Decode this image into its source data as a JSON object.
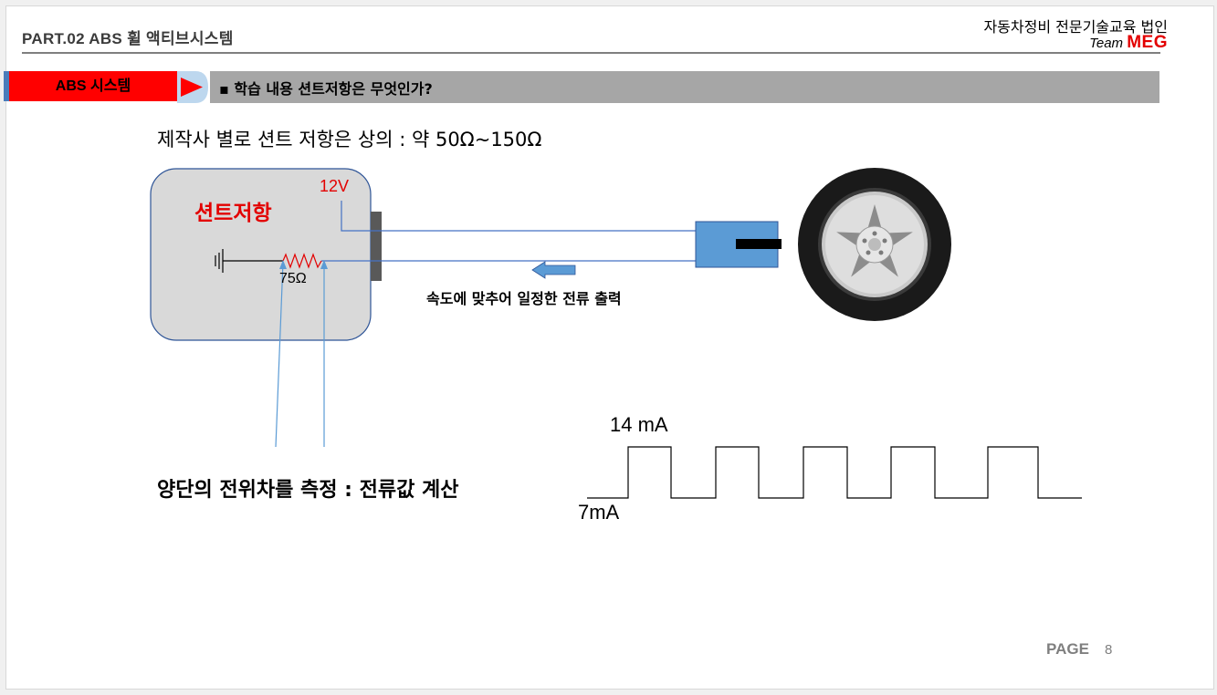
{
  "header": {
    "part_title": "PART.02 ABS 휠 액티브시스템",
    "org_name": "자동차정비 전문기술교육 법인",
    "team_label": "Team",
    "team_brand": "MEG"
  },
  "section": {
    "tag": "ABS 시스템",
    "topic": "▪ 학습 내용 션트저항은 무엇인가?"
  },
  "content": {
    "subtitle": "제작사 별로 션트 저항은 상의 : 약 50Ω~150Ω",
    "shunt_label": "션트저항",
    "voltage_label": "12V",
    "resistance_label": "75Ω",
    "speed_output_label": "속도에 맞추어 일정한 전류 출력",
    "measure_label": "양단의 전위차를 측정 : 전류값 계산",
    "high_current_label": "14 mA",
    "low_current_label": "7mA"
  },
  "footer": {
    "page_label": "PAGE",
    "page_number": "8"
  },
  "colors": {
    "red": "#ff0000",
    "accent_blue": "#4a7dbb",
    "sensor_blue": "#5b9bd5",
    "topic_gray": "#a6a6a6",
    "ecu_fill": "#d9d9d9"
  }
}
